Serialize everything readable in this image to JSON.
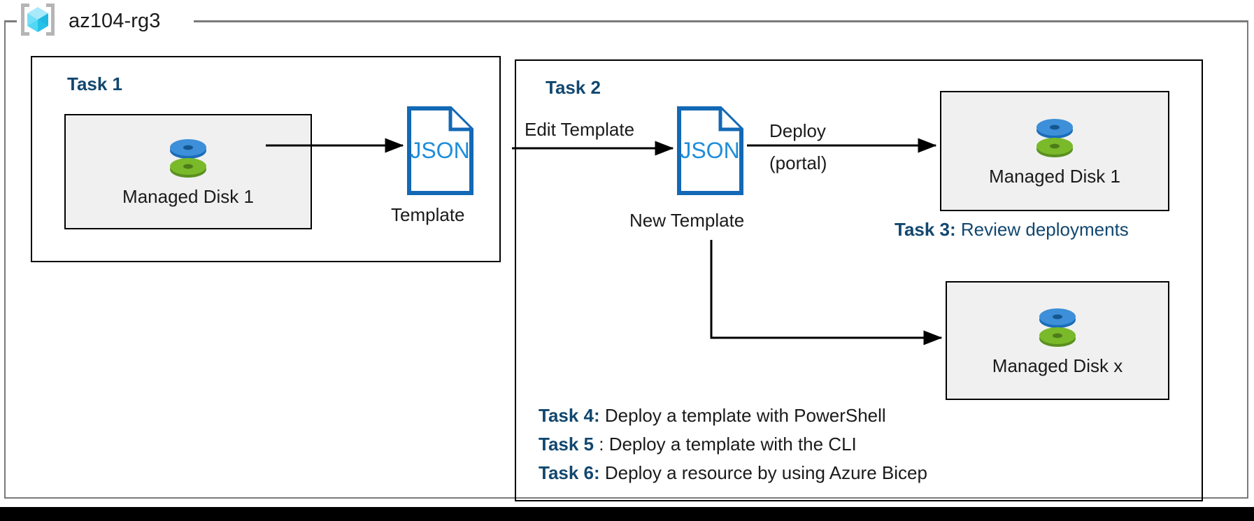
{
  "resource_group": {
    "name": "az104-rg3",
    "icon": "azure-resource-group-cube-icon"
  },
  "task1": {
    "heading": "Task 1",
    "resource": {
      "label": "Managed Disk 1",
      "icon": "managed-disk-icon"
    },
    "template": {
      "doc_text": "JSON",
      "caption": "Template",
      "icon": "json-document-icon"
    }
  },
  "task2": {
    "heading": "Task 2",
    "edit_label": "Edit Template",
    "new_template": {
      "doc_text": "JSON",
      "caption": "New Template",
      "icon": "json-document-icon"
    },
    "deploy_label_line1": "Deploy",
    "deploy_label_line2": "(portal)",
    "deployed_resource": {
      "label": "Managed Disk 1",
      "icon": "managed-disk-icon"
    },
    "scaled_resource": {
      "label": "Managed Disk x",
      "icon": "managed-disk-icon"
    }
  },
  "task3": {
    "tag": "Task 3:",
    "body": "Review deployments"
  },
  "task4": {
    "tag": "Task 4:",
    "body": "Deploy a template with PowerShell"
  },
  "task5": {
    "tag": "Task 5",
    "body": ": Deploy a template with the CLI"
  },
  "task6": {
    "tag": "Task 6:",
    "body": "Deploy a resource by using Azure Bicep"
  },
  "colors": {
    "accent_blue": "#11476f",
    "json_blue": "#1369b5",
    "disk_blue": "#3c8fd8",
    "disk_green": "#7ab929",
    "box_fill": "#f0f0f0",
    "frame_gray": "#7a7a7a",
    "line_black": "#000000",
    "cube_cyan": "#53d7f5"
  }
}
